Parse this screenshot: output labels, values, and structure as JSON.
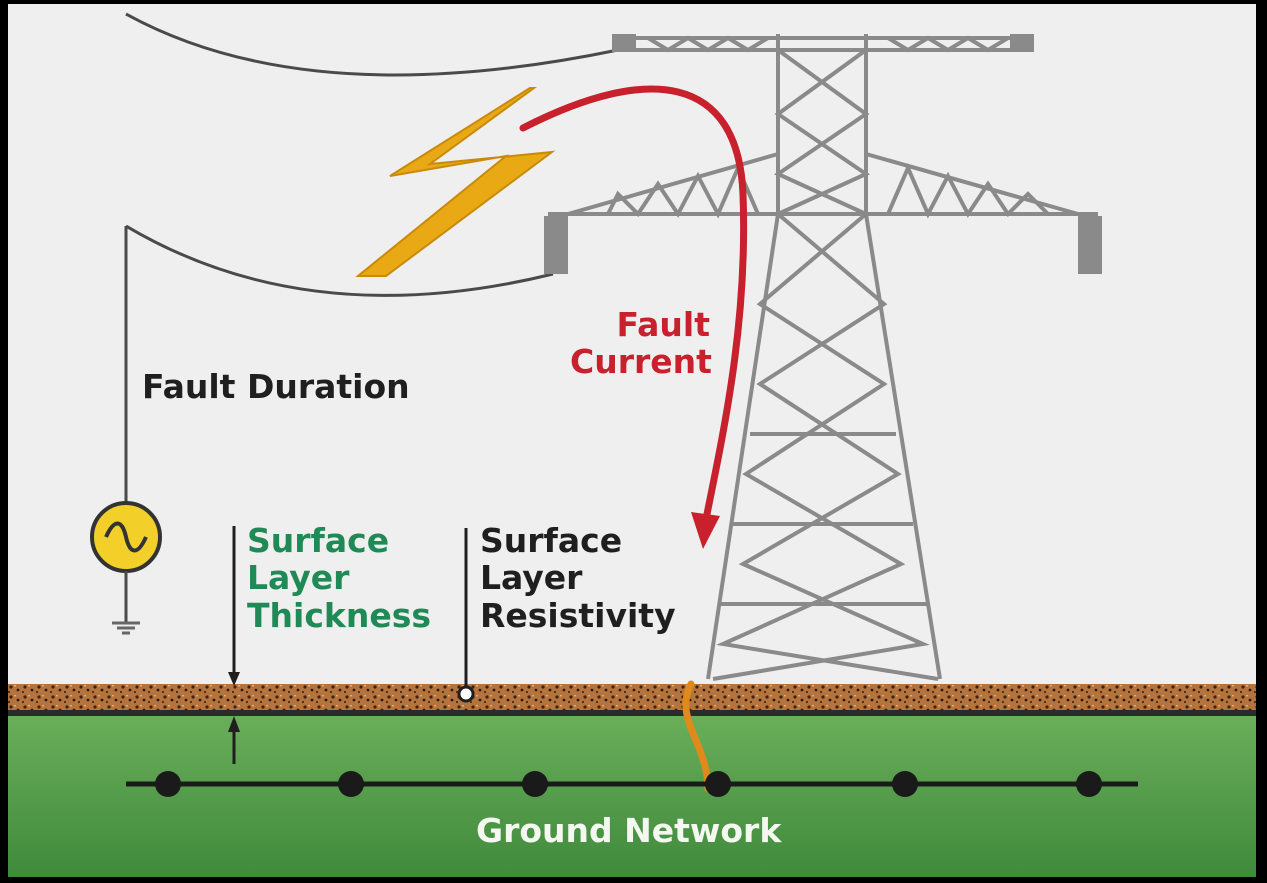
{
  "labels": {
    "fault_duration": "Fault Duration",
    "fault_current": [
      "Fault",
      "Current"
    ],
    "surface_layer_thickness": [
      "Surface",
      "Layer",
      "Thickness"
    ],
    "surface_layer_resistivity": [
      "Surface",
      "Layer",
      "Resistivity"
    ],
    "ground_network": "Ground Network"
  },
  "colors": {
    "background": "#efefef",
    "tower": "#8a8a8a",
    "fault_current_arrow": "#c8202c",
    "lightning": "#e8a915",
    "surface_layer": "#b5743e",
    "ground": "#4f9c47",
    "thickness_text": "#1f8a55",
    "source_fill": "#f3cf2a"
  },
  "icons": [
    "lightning-bolt-icon",
    "ac-source-icon",
    "ground-symbol-icon",
    "transmission-tower-icon"
  ]
}
